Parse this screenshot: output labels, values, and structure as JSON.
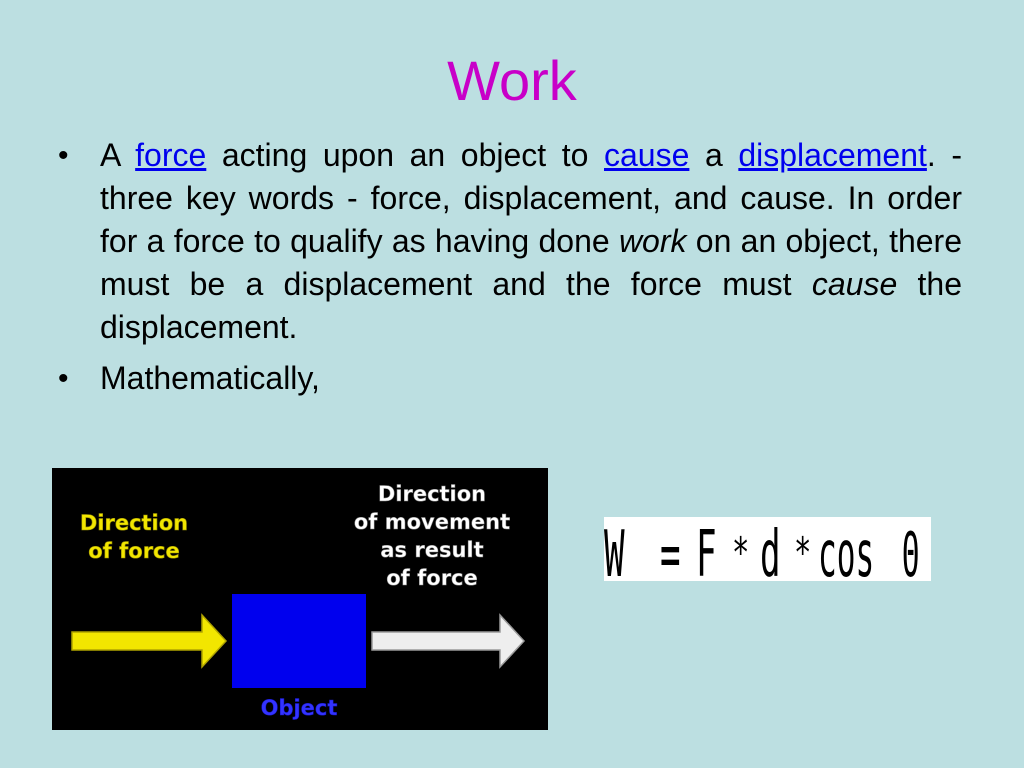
{
  "slide": {
    "title": "Work",
    "bullets": [
      {
        "t1": "A ",
        "link_force": "force",
        "t2": " acting upon an object to ",
        "link_cause": "cause",
        "t3": " a ",
        "link_displacement": "displacement",
        "t4": ". - three key words - force, displacement, and cause. In order for a force to qualify as having done ",
        "em_work": "work",
        "t5": " on an object, there must be a displacement and the force must ",
        "em_cause": "cause",
        "t6": " the displacement."
      },
      {
        "text": "Mathematically,"
      }
    ],
    "bullet_symbol": "•",
    "link_color": "#0000ee",
    "title_color": "#c800c8"
  },
  "diagram": {
    "force_label": [
      "Direction",
      "of force"
    ],
    "movement_label": [
      "Direction",
      "of movement",
      "as result",
      "of force"
    ],
    "object_label": "Object",
    "colors": {
      "background": "#000000",
      "force_arrow": "#f2e600",
      "object": "#0000ee",
      "movement_arrow": "#eeeeee",
      "force_text": "#f2e600",
      "movement_text": "#ffffff",
      "object_text": "#3333ff"
    }
  },
  "formula": {
    "text": "W = F * d * cos Θ",
    "parts": [
      "W",
      "=",
      "F",
      "*",
      "d",
      "*",
      "cos",
      "Θ"
    ]
  }
}
